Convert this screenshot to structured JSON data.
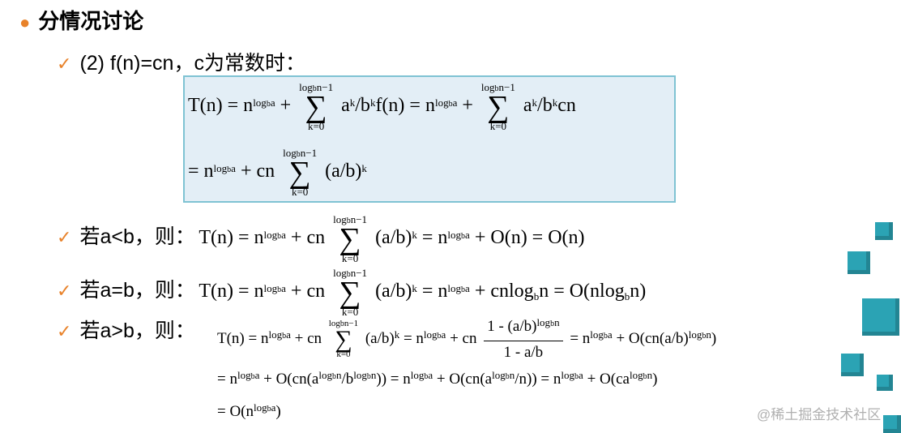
{
  "heading": {
    "bullet": "●",
    "text": "分情况讨论"
  },
  "checkmark": "✓",
  "case2": {
    "label": "(2) f(n)=cn，c为常数时："
  },
  "box_line1": {
    "t_n": "T(n) = n",
    "exp1": "log",
    "exp1_sub": "b",
    "exp1_tail": "a",
    "plus1": "+",
    "sum1_top": "log",
    "sum1_top_sub": "b",
    "sum1_top_tail": "n−1",
    "sum1_bottom": "k=0",
    "sigma": "∑",
    "term1": "a",
    "term1_sup": "k",
    "term1_mid": "/b",
    "term1_sup2": "k",
    "term1_tail": "f(n) = n",
    "exp2": "log",
    "exp2_sub": "b",
    "exp2_tail": "a",
    "plus2": "+",
    "term2": "a",
    "term2_sup": "k",
    "term2_mid": "/b",
    "term2_sup2": "k",
    "term2_tail": "cn"
  },
  "box_line2": {
    "eq": "= n",
    "exp": "log",
    "exp_sub": "b",
    "exp_tail": "a",
    "plus_cn": "+ cn",
    "term": "(a/b)",
    "term_sup": "k"
  },
  "case_lt": {
    "label": "若a<b，则：",
    "lhs": "T(n) = n",
    "plus_cn": "+ cn",
    "term": "(a/b)",
    "term_sup": "k",
    "mid": "= n",
    "tail": "+ O(n) = O(n)"
  },
  "case_eq": {
    "label": "若a=b，则：",
    "lhs": "T(n) = n",
    "plus_cn": "+ cn",
    "term": "(a/b)",
    "term_sup": "k",
    "mid": "= n",
    "tail1": "+ cnlog",
    "tail1_sub": "b",
    "tail2": "n = O(nlog",
    "tail2_sub": "b",
    "tail3": "n)"
  },
  "case_gt": {
    "label": "若a>b，则：",
    "line1_lhs": "T(n) = n",
    "line1_plus_cn": "+ cn",
    "line1_term": "(a/b)",
    "line1_term_sup": "k",
    "line1_eq": "= n",
    "line1_plus_cn2": "+ cn",
    "frac_num": "1 - (a/b)",
    "frac_num_sup": "log",
    "frac_num_sup_sub": "b",
    "frac_num_sup_tail": "n",
    "frac_den": "1 - a/b",
    "line1_eq2": "= n",
    "line1_tail": "+ O(cn(a/b)",
    "line1_tail_sup": "log",
    "line1_tail_sup_sub": "b",
    "line1_tail_sup_tail": "n",
    "line1_close": ")",
    "line2_eq": "= n",
    "line2_a": "+ O(cn(a",
    "line2_b": "/b",
    "line2_c": ")) = n",
    "line2_d": "+ O(cn(a",
    "line2_e": "/n)) = n",
    "line2_f": "+ O(ca",
    "line2_g": ")",
    "line3_eq": "= O(n",
    "line3_close": ")"
  },
  "watermark": "@稀土掘金技术社区",
  "colors": {
    "accent": "#e8822a",
    "box_fill": "#e3eef6",
    "box_border": "#7fc3d3",
    "cube": "#2ba3b4"
  }
}
